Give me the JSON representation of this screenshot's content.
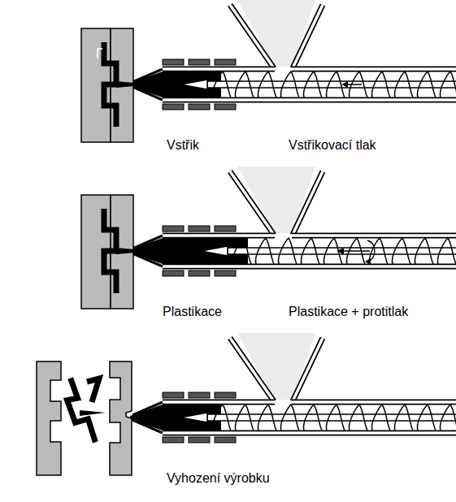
{
  "diagram": {
    "labels": [
      "Vstřik",
      "Vstřikovací tlak",
      "Plastikace",
      "Plastikace + protitlak",
      "Vyhození výrobku"
    ]
  }
}
